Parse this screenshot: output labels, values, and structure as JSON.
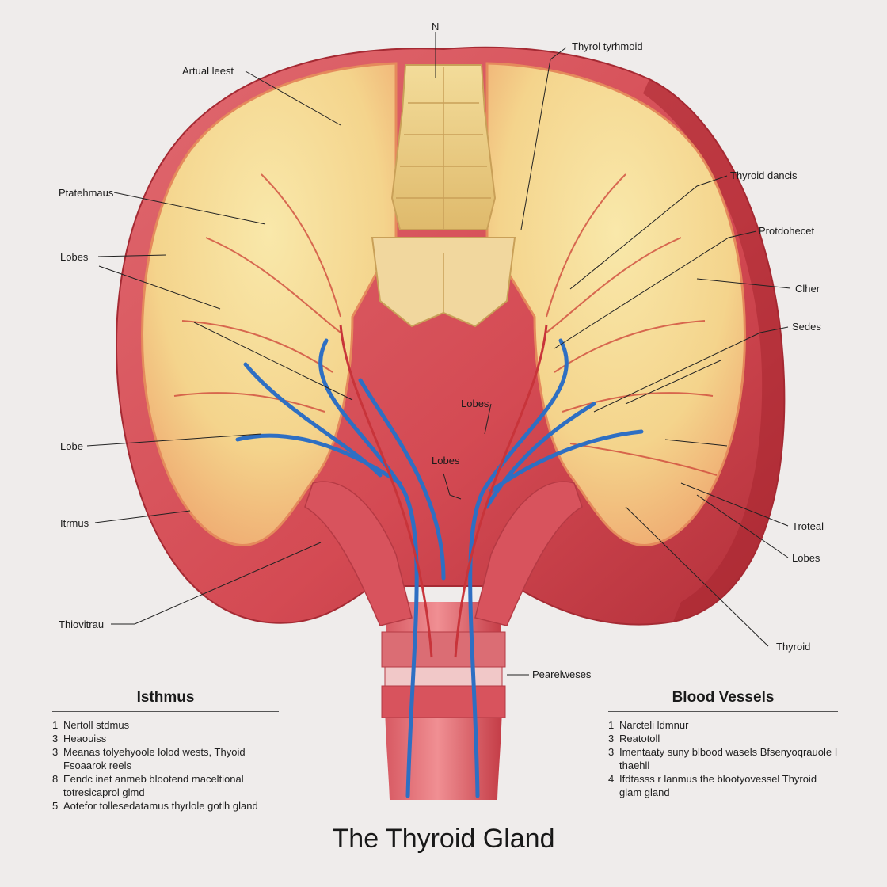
{
  "title": "The Thyroid Gland",
  "colors": {
    "background": "#efeceb",
    "capsule": "#d9525b",
    "capsule_dark": "#b6303a",
    "lobe_fill": "#f6dc96",
    "lobe_edge": "#eea466",
    "vein": "#2e6fc3",
    "artery": "#c8343a",
    "cartilage": "#ecd08c",
    "leader": "#222222"
  },
  "callouts": [
    {
      "key": "n",
      "text": "N"
    },
    {
      "key": "thyrol_tyrhmoid",
      "text": "Thyrol tyrhmoid"
    },
    {
      "key": "artual_leest",
      "text": "Artual leest"
    },
    {
      "key": "thyroid_dancis",
      "text": "Thyroid dancis"
    },
    {
      "key": "ptatehmaus",
      "text": "Ptatehmaus"
    },
    {
      "key": "protdohecet",
      "text": "Protdohecet"
    },
    {
      "key": "lobes_upper_left",
      "text": "Lobes"
    },
    {
      "key": "clher",
      "text": "Clher"
    },
    {
      "key": "sedes",
      "text": "Sedes"
    },
    {
      "key": "lobes_center_upper",
      "text": "Lobes"
    },
    {
      "key": "lobe_left",
      "text": "Lobe"
    },
    {
      "key": "lobes_center_lower",
      "text": "Lobes"
    },
    {
      "key": "itrmus",
      "text": "Itrmus"
    },
    {
      "key": "troteal",
      "text": "Troteal"
    },
    {
      "key": "lobes_right",
      "text": "Lobes"
    },
    {
      "key": "thiovitrau",
      "text": "Thiovitrau"
    },
    {
      "key": "thyroid_right",
      "text": "Thyroid"
    },
    {
      "key": "pearelweses",
      "text": "Pearelweses"
    }
  ],
  "panels": {
    "isthmus": {
      "heading": "Isthmus",
      "items": [
        {
          "num": "1",
          "text": "Nertoll stdmus"
        },
        {
          "num": "3",
          "text": "Heaouiss"
        },
        {
          "num": "3",
          "text": "Meanas tolyehyoole lolod wests, Thyoid Fsoaarok reels"
        },
        {
          "num": "8",
          "text": "Eendc inet anmeb blootend maceltional totresicaprol glmd"
        },
        {
          "num": "5",
          "text": "Aotefor tollesedatamus thyrlole gotlh gland"
        }
      ]
    },
    "vessels": {
      "heading": "Blood Vessels",
      "items": [
        {
          "num": "1",
          "text": "Narcteli ldmnur"
        },
        {
          "num": "3",
          "text": "Reatotoll"
        },
        {
          "num": "3",
          "text": "Imentaaty suny blbood wasels Bfsenyoqrauole I thaehll"
        },
        {
          "num": "4",
          "text": "Ifdtasss r lanmus the blootyovessel Thyroid glam gland"
        }
      ]
    }
  }
}
